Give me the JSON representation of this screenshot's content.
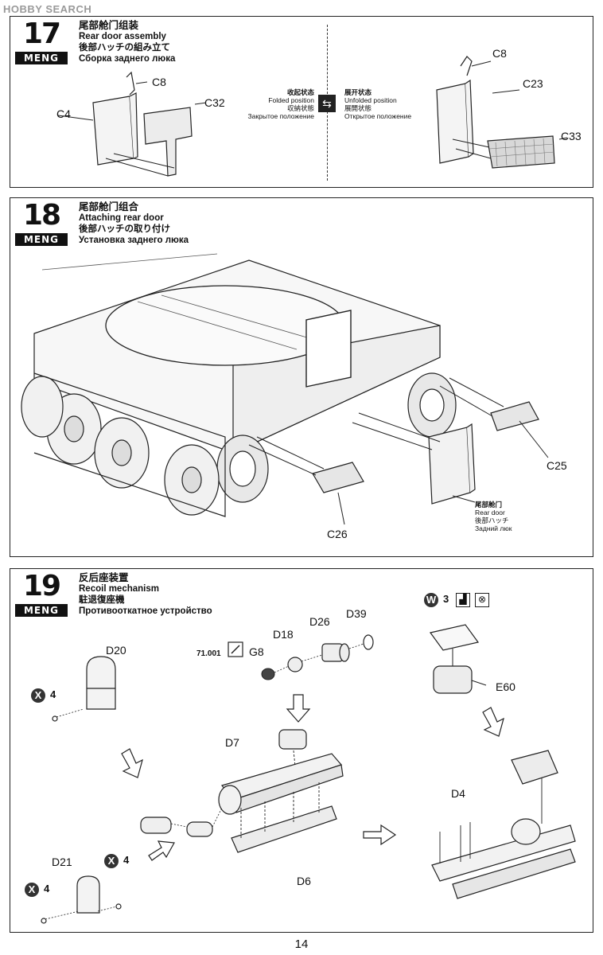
{
  "watermark": "HOBBY SEARCH",
  "page_number": "14",
  "step17": {
    "number": "17",
    "brand": "MENG",
    "title_cn": "尾部舱门组装",
    "title_en": "Rear door assembly",
    "title_jp": "後部ハッチの組み立て",
    "title_ru": "Сборка заднего люка",
    "labels": {
      "c8_left": "C8",
      "c4": "C4",
      "c32": "C32",
      "c8_right": "C8",
      "c23": "C23",
      "c33": "C33"
    },
    "folded": {
      "cn": "收起状态",
      "en": "Folded position",
      "jp": "収納状態",
      "ru": "Закрытое положение"
    },
    "unfolded": {
      "cn": "展开状态",
      "en": "Unfolded position",
      "jp": "展開状態",
      "ru": "Открытое положение"
    }
  },
  "step18": {
    "number": "18",
    "brand": "MENG",
    "title_cn": "尾部舱门组合",
    "title_en": "Attaching rear door",
    "title_jp": "後部ハッチの取り付け",
    "title_ru": "Установка заднего люка",
    "labels": {
      "c25": "C25",
      "c26": "C26"
    },
    "rear_door": {
      "cn": "尾部舱门",
      "en": "Rear door",
      "jp": "後部ハッチ",
      "ru": "Задний люк"
    }
  },
  "step19": {
    "number": "19",
    "brand": "MENG",
    "title_cn": "反后座装置",
    "title_en": "Recoil mechanism",
    "title_jp": "駐退復座機",
    "title_ru": "Противооткатное устройство",
    "labels": {
      "d20": "D20",
      "d18": "D18",
      "d26": "D26",
      "d39": "D39",
      "g8": "G8",
      "d7": "D7",
      "d6": "D6",
      "d21": "D21",
      "d4": "D4",
      "e60": "E60"
    },
    "paint_code": "71.001",
    "pin_x_left": {
      "letter": "X",
      "count": "4"
    },
    "pin_x_mid": {
      "letter": "X",
      "count": "4"
    },
    "pin_x_bottom": {
      "letter": "X",
      "count": "4"
    },
    "part_w": {
      "letter": "W",
      "count": "3"
    },
    "icons": [
      "water-slide-icon",
      "no-glue-icon"
    ]
  }
}
